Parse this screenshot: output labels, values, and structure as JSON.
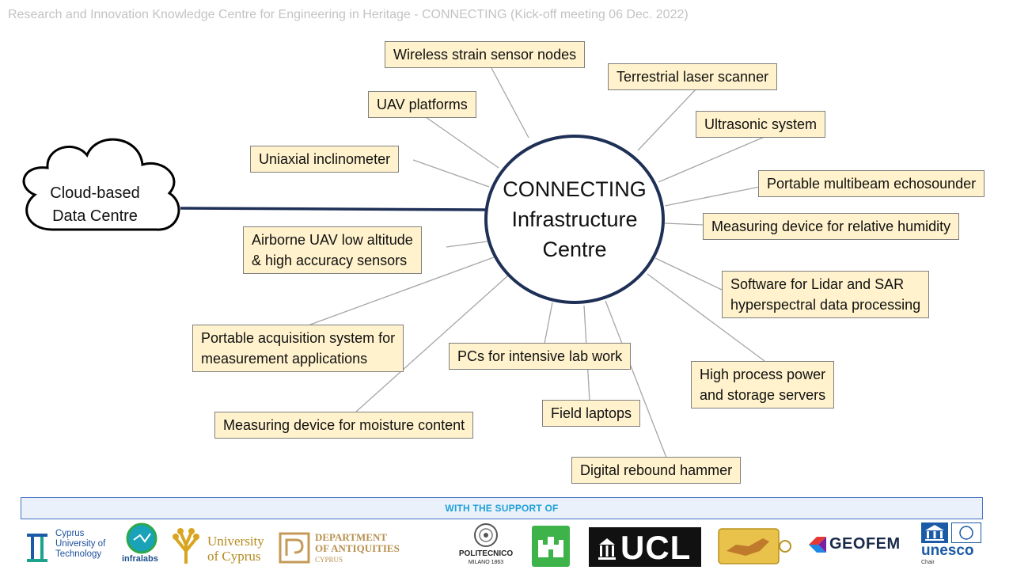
{
  "header": {
    "title": "Research and Innovation Knowledge Centre for Engineering in Heritage - CONNECTING (Kick-off meeting 06 Dec. 2022)"
  },
  "hub": {
    "line1": "CONNECTING",
    "line2": "Infrastructure",
    "line3": "Centre"
  },
  "cloud": {
    "line1": "Cloud-based",
    "line2": "Data Centre"
  },
  "nodes": {
    "wireless": "Wireless strain sensor nodes",
    "laser": "Terrestrial  laser scanner",
    "uav": "UAV platforms",
    "ultrasonic": "Ultrasonic system",
    "inclinometer": "Uniaxial inclinometer",
    "echosounder": "Portable multibeam echosounder",
    "humidity": "Measuring device for relative humidity",
    "airborne_1": "Airborne UAV low altitude",
    "airborne_2": "& high accuracy sensors",
    "lidar_1": "Software for Lidar and SAR",
    "lidar_2": "hyperspectral data processing",
    "portable_1": "Portable acquisition system for",
    "portable_2": "measurement  applications",
    "pcs": "PCs for intensive lab work",
    "servers_1": "High process power",
    "servers_2": "and storage servers",
    "laptops": "Field laptops",
    "moisture": "Measuring device for moisture  content",
    "hammer": "Digital rebound hammer"
  },
  "support": {
    "label": "WITH THE SUPPORT  OF"
  },
  "logos": {
    "cut_1": "Cyprus",
    "cut_2": "University of",
    "cut_3": "Technology",
    "infralabs": "infralabs",
    "ucy_1": "University",
    "ucy_2": "of Cyprus",
    "doa_1": "DEPARTMENT",
    "doa_2": "OF ANTIQUITIES",
    "doa_3": "CYPRUS",
    "polimi_1": "POLITECNICO",
    "polimi_2": "MILANO 1863",
    "ucl": "UCL",
    "geofem": "GEOFEM",
    "unesco": "unesco",
    "unesco_chair": "Chair"
  },
  "colors": {
    "hub_border": "#1f3057",
    "label_fill": "#fff2cc",
    "support_text": "#1fa0d8",
    "connector": "#a6a6a6"
  }
}
